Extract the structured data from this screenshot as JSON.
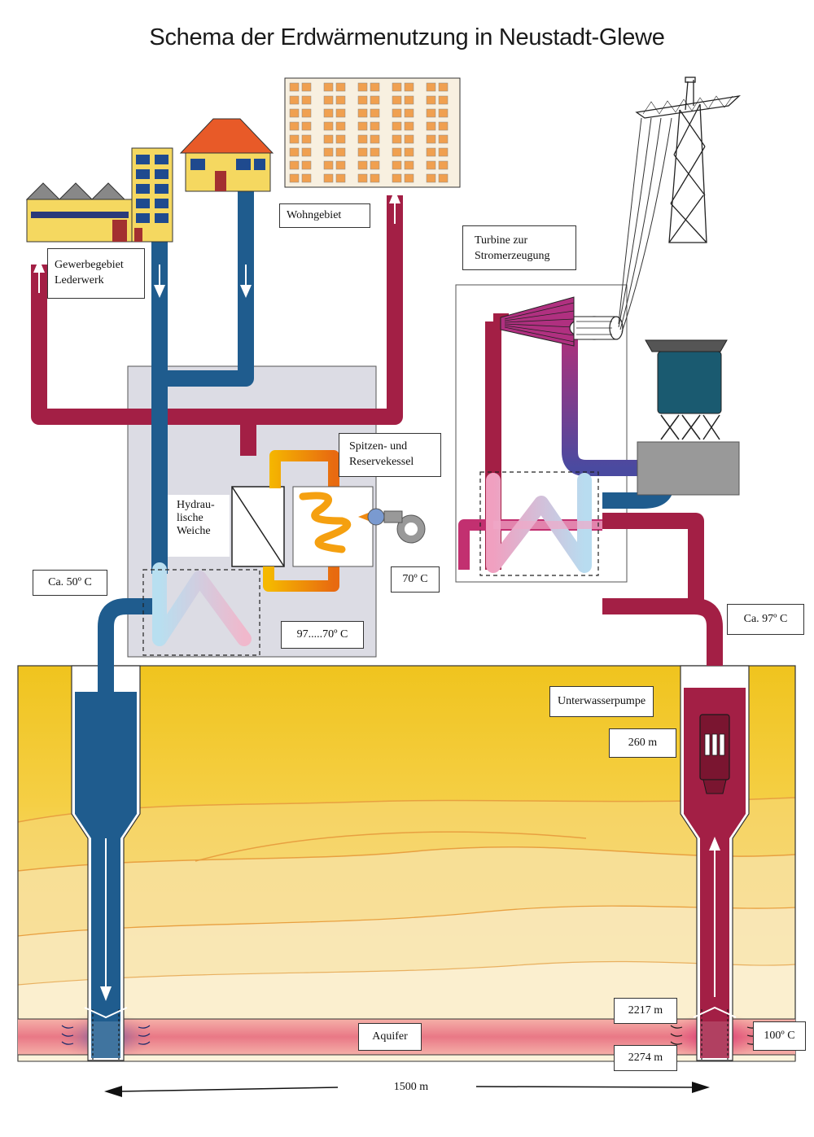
{
  "title": "Schema der Erdwärmenutzung in Neustadt-Glewe",
  "labels": {
    "wohngebiet": "Wohngebiet",
    "gewerbe_line1": "Gewerbegebiet",
    "gewerbe_line2": "Lederwerk",
    "turbine_line1": "Turbine zur",
    "turbine_line2": "Stromerzeugung",
    "spitzen_line1": "Spitzen- und",
    "spitzen_line2": "Reservekessel",
    "hydraulisch_line1": "Hydrau-",
    "hydraulisch_line2": "lische",
    "hydraulisch_line3": "Weiche",
    "temp_50": "Ca. 50º C",
    "temp_70": "70º C",
    "temp_97_70": "97.....70º C",
    "temp_97": "Ca. 97º C",
    "pump": "Unterwasserpumpe",
    "depth_260": "260 m",
    "depth_2217": "2217 m",
    "depth_2274": "2274 m",
    "aquifer": "Aquifer",
    "temp_100": "100º C",
    "distance": "1500 m"
  },
  "colors": {
    "hot_pipe": "#a31f45",
    "cold_pipe": "#1f5c8e",
    "mixed_pipe": "#c2307e",
    "ground_top": "#f0c020",
    "ground_bottom": "#f8e6a8",
    "aquifer": "#e87a88",
    "boiler": "#f08a10",
    "plant_box": "#dddde6"
  }
}
